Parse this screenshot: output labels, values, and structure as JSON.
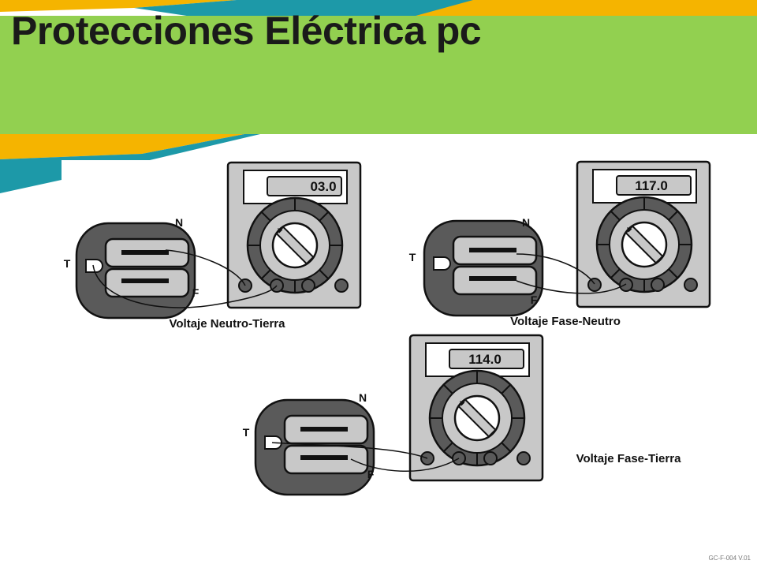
{
  "slide": {
    "title": "Protecciones Eléctrica pc",
    "footer_code": "GC-F-004 V.01"
  },
  "colors": {
    "header_green": "#92D050",
    "band_orange": "#F5B400",
    "band_teal": "#1D99A8",
    "meter_body": "#C8C8C8",
    "dark_gray": "#5A5A5A"
  },
  "diagrams": [
    {
      "caption": "Voltaje Neutro-Tierra",
      "reading": "03.0",
      "label_n": "N",
      "label_t": "T",
      "label_f": "F"
    },
    {
      "caption": "Voltaje Fase-Neutro",
      "reading": "117.0",
      "label_n": "N",
      "label_t": "T",
      "label_f": "F"
    },
    {
      "caption": "Voltaje Fase-Tierra",
      "reading": "114.0",
      "label_n": "N",
      "label_t": "T",
      "label_f": "F"
    }
  ]
}
